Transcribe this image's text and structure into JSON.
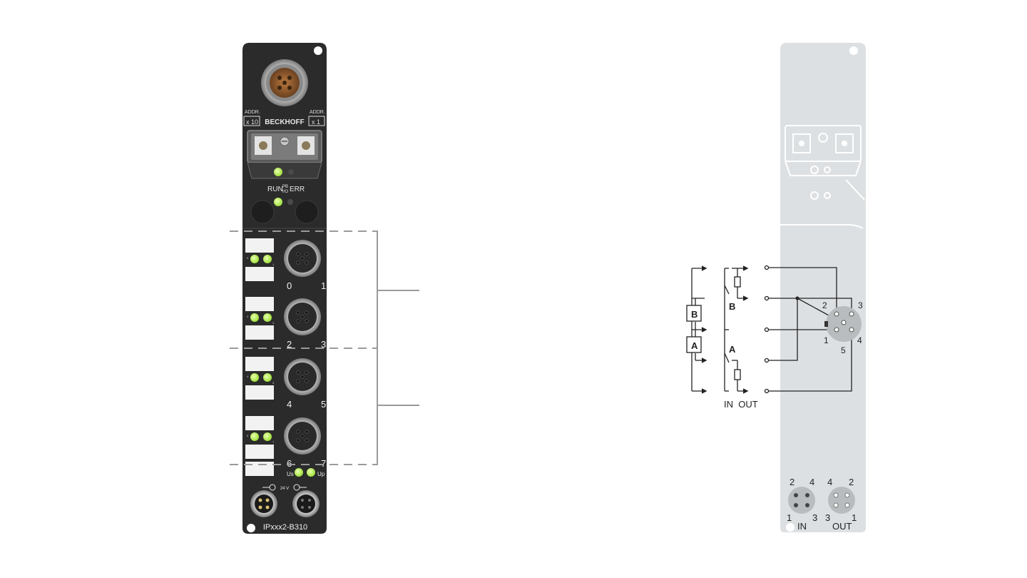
{
  "device": {
    "brand": "BECKHOFF",
    "model": "IPxxx2-B310",
    "addr_left": "ADDR.",
    "addr_left_box": "x 10",
    "addr_right": "ADDR.",
    "addr_right_box": "x 1",
    "status_run": "RUN",
    "status_pb_top": "PB",
    "status_pb_bottom": "I/O",
    "status_err": "ERR",
    "ports": [
      {
        "left": "0",
        "right": "1"
      },
      {
        "left": "2",
        "right": "3"
      },
      {
        "left": "4",
        "right": "5"
      },
      {
        "left": "6",
        "right": "7"
      }
    ],
    "led_small_numbers": [
      "0",
      "1",
      "2",
      "3",
      "4",
      "5",
      "6",
      "7"
    ],
    "power_us": "Us",
    "power_up": "Up",
    "power_voltage": "24 V"
  },
  "schematic": {
    "label_b": "B",
    "label_a": "A",
    "label_b_switch": "B",
    "label_a_switch": "A",
    "in_out": "IN  OUT",
    "pins": {
      "p1": "1",
      "p2": "2",
      "p3": "3",
      "p4": "4",
      "p5": "5"
    },
    "power_in": {
      "p1": "1",
      "p2": "2",
      "p3": "3",
      "p4": "4",
      "label": "IN"
    },
    "power_out": {
      "p1": "1",
      "p2": "2",
      "p3": "3",
      "p4": "4",
      "label": "OUT"
    }
  },
  "colors": {
    "module_body": "#2b2b2b",
    "led_green": "#b8f04a",
    "panel_gray": "#dde0e2",
    "line_gray": "#9a9a9a",
    "ink": "#222222"
  }
}
